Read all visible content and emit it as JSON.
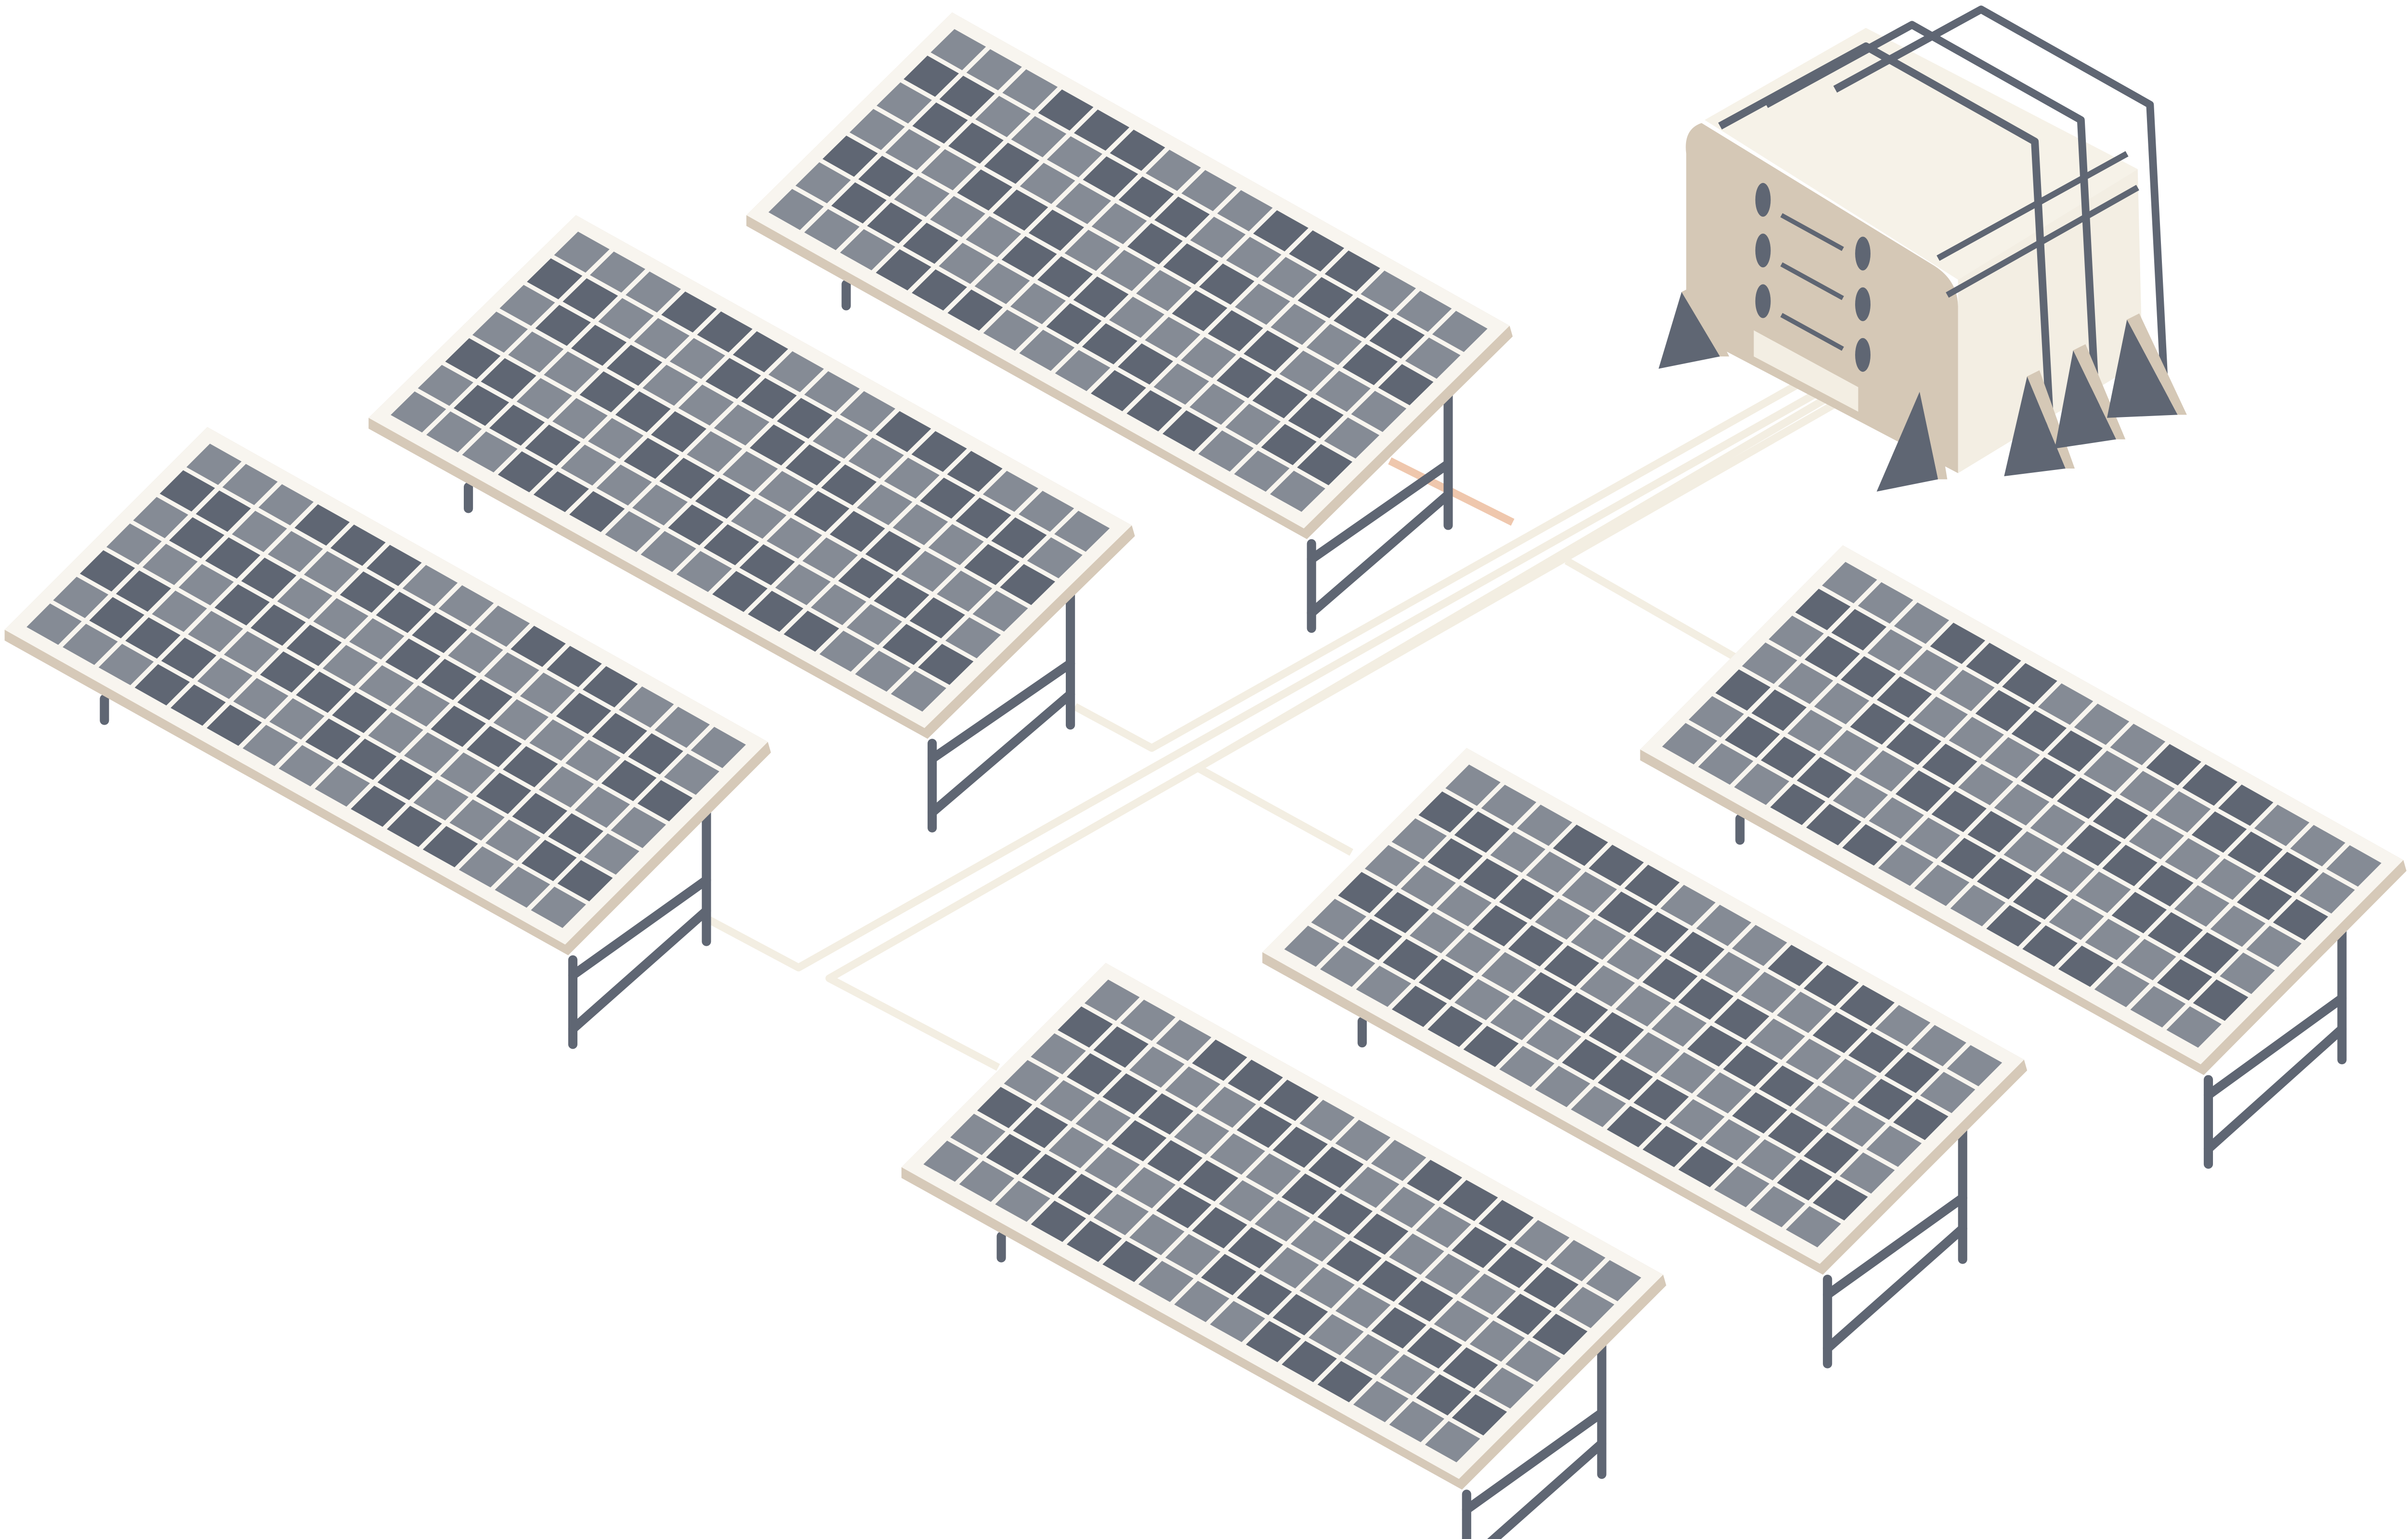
{
  "scene": {
    "panel_count": 6,
    "grid": {
      "columns": 15,
      "rows": 7
    },
    "colors": {
      "background": "#ffffff",
      "cell_dark": "#5f6673",
      "cell_light": "#858b95",
      "panel_face": "#f8f5ef",
      "panel_edge": "#d6c9b8",
      "leg": "#5f6673",
      "cable": "#f3eee2",
      "cable_accent": "#efc7ad",
      "box_front": "#d5c8b6",
      "box_top": "#f6f2e8",
      "box_side": "#f3eee3",
      "box_band": "#5f6673"
    }
  }
}
